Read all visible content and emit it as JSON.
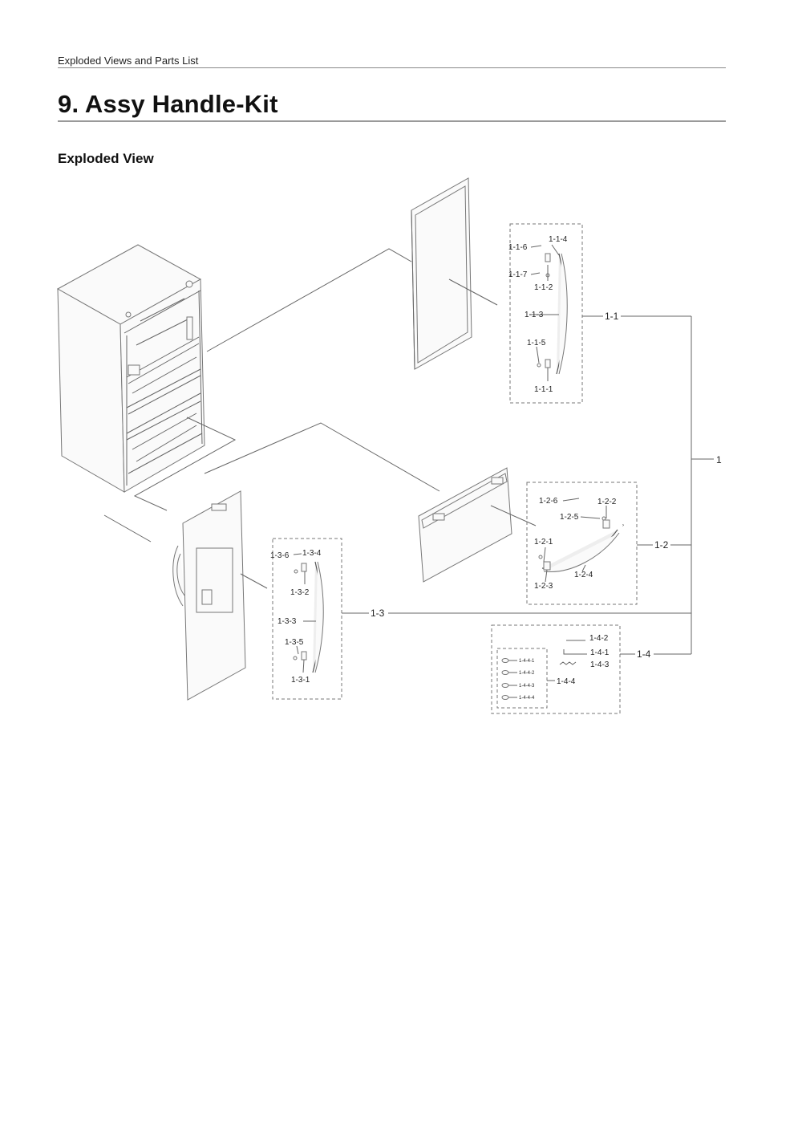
{
  "header": {
    "section": "Exploded Views and Parts List"
  },
  "title": "9.  Assy Handle-Kit",
  "subtitle": "Exploded View",
  "callouts": {
    "assembly": "1",
    "group_1_1": "1-1",
    "group_1_2": "1-2",
    "group_1_3": "1-3",
    "group_1_4": "1-4",
    "p_1_1_1": "1-1-1",
    "p_1_1_2": "1-1-2",
    "p_1_1_3": "1-1-3",
    "p_1_1_4": "1-1-4",
    "p_1_1_5": "1-1-5",
    "p_1_1_6": "1-1-6",
    "p_1_1_7": "1-1-7",
    "p_1_2_1": "1-2-1",
    "p_1_2_2": "1-2-2",
    "p_1_2_3": "1-2-3",
    "p_1_2_4": "1-2-4",
    "p_1_2_5": "1-2-5",
    "p_1_2_6": "1-2-6",
    "p_1_3_1": "1-3-1",
    "p_1_3_2": "1-3-2",
    "p_1_3_3": "1-3-3",
    "p_1_3_4": "1-3-4",
    "p_1_3_5": "1-3-5",
    "p_1_3_6": "1-3-6",
    "p_1_4_1": "1-4-1",
    "p_1_4_2": "1-4-2",
    "p_1_4_3": "1-4-3",
    "p_1_4_4": "1-4-4",
    "p_1_4_4_1": "1-4-4-1",
    "p_1_4_4_2": "1-4-4-2",
    "p_1_4_4_3": "1-4-4-3",
    "p_1_4_4_4": "1-4-4-4"
  }
}
